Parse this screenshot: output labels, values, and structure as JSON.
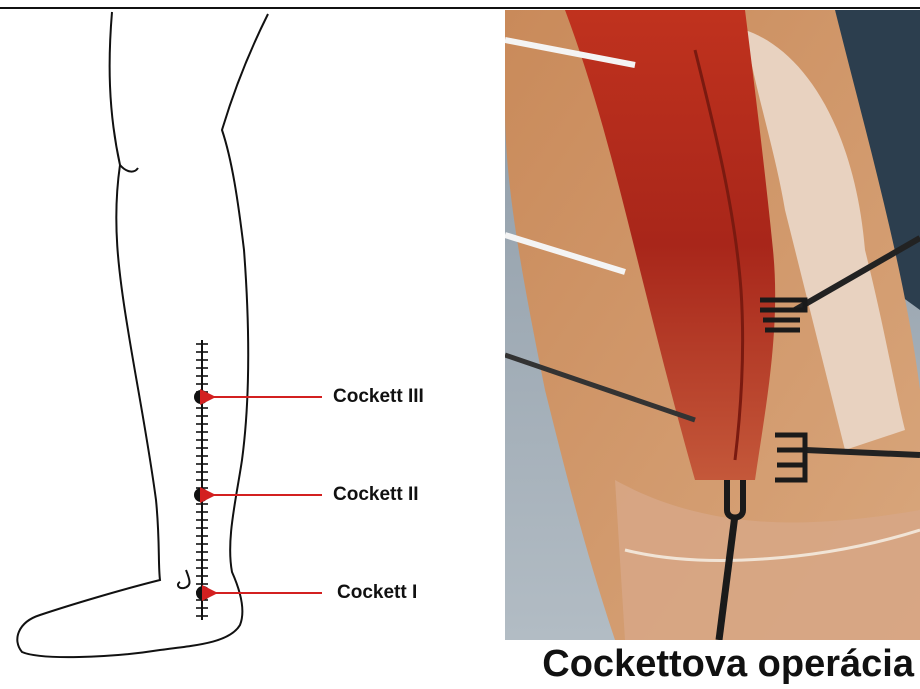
{
  "perforators": [
    {
      "label": "Cockett III"
    },
    {
      "label": "Cockett II"
    },
    {
      "label": "Cockett I"
    }
  ],
  "caption": "Cockettova operácia",
  "colors": {
    "arrow": "#d32020",
    "outline": "#111111",
    "tissue": "#b5301f",
    "background": "#9aa7b3"
  }
}
